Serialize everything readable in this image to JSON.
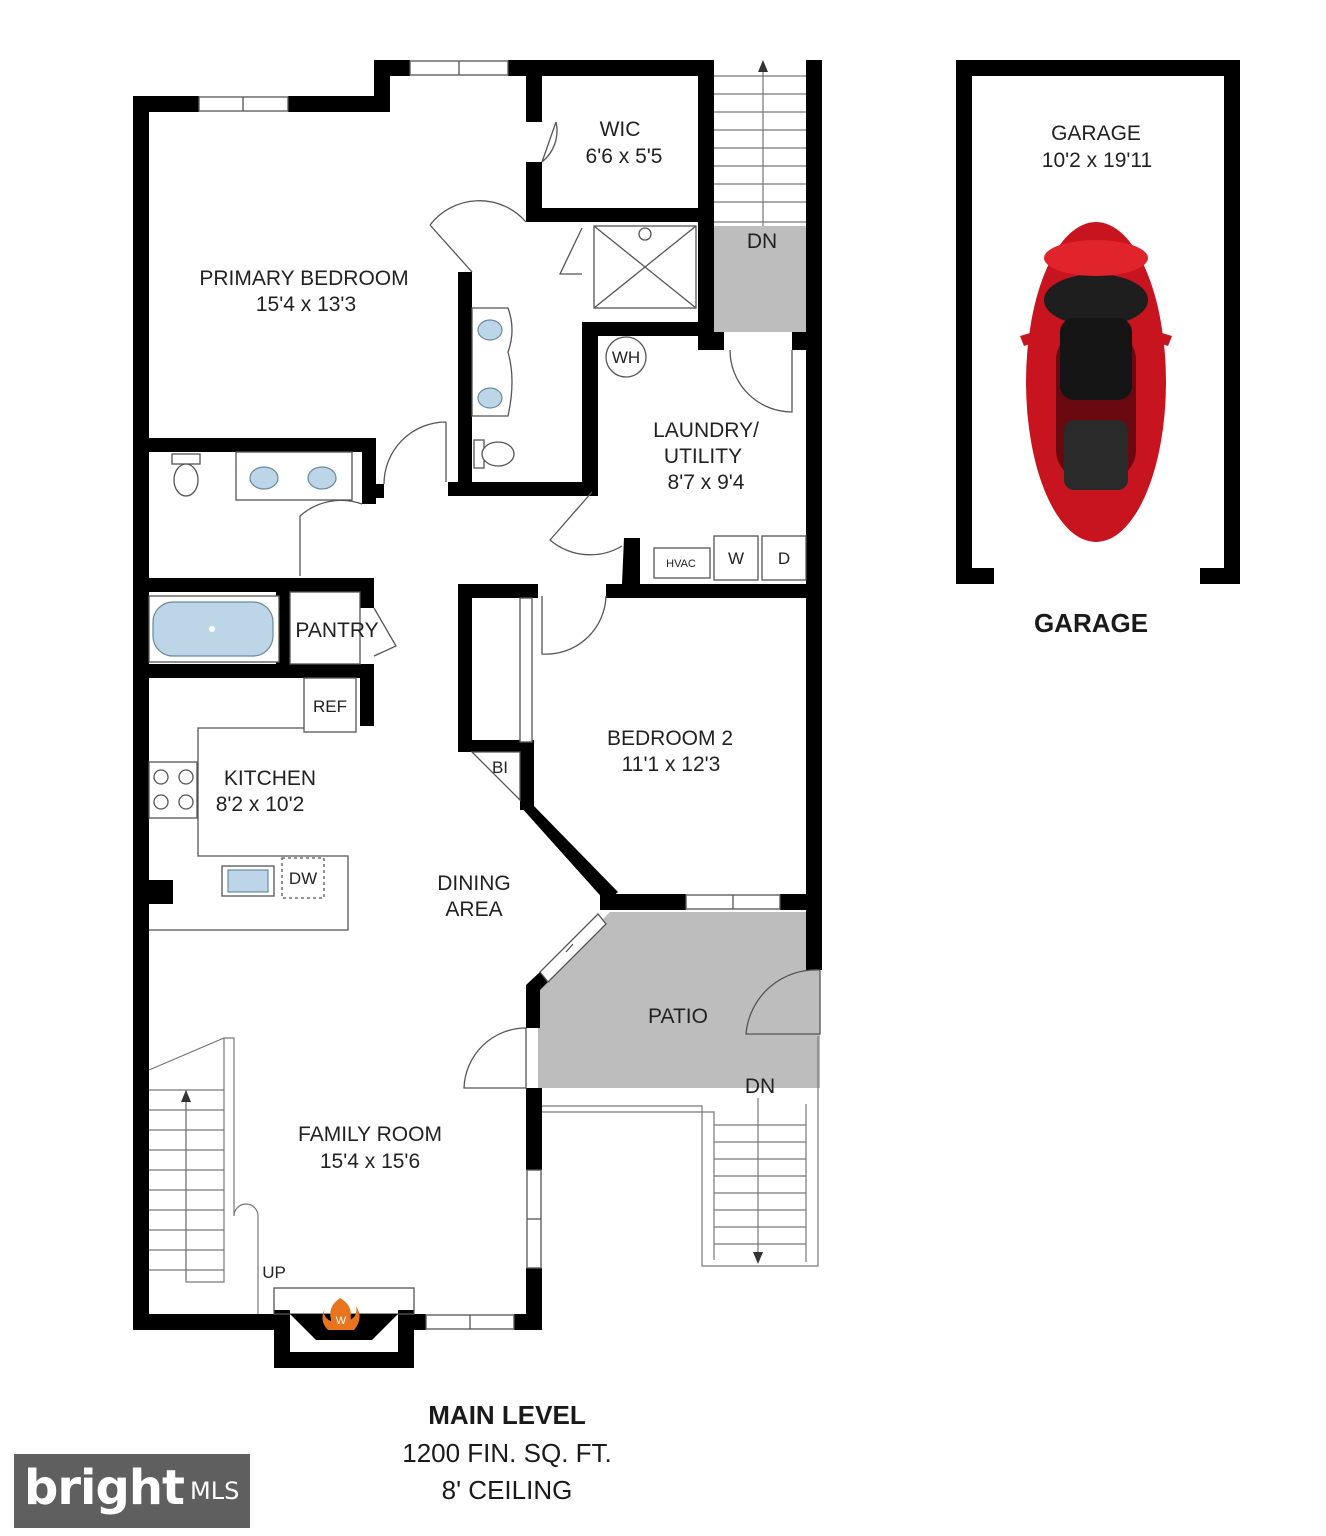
{
  "rooms": {
    "primary_bedroom": {
      "name": "PRIMARY BEDROOM",
      "size": "15'4 x 13'3"
    },
    "wic": {
      "name": "WIC",
      "size": "6'6 x 5'5"
    },
    "laundry": {
      "name_line1": "LAUNDRY/",
      "name_line2": "UTILITY",
      "size": "8'7 x 9'4"
    },
    "bedroom2": {
      "name": "BEDROOM 2",
      "size": "11'1 x 12'3"
    },
    "kitchen": {
      "name": "KITCHEN",
      "size": "8'2 x 10'2"
    },
    "dining": {
      "line1": "DINING",
      "line2": "AREA"
    },
    "family_room": {
      "name": "FAMILY ROOM",
      "size": "15'4 x 15'6"
    },
    "patio": {
      "name": "PATIO"
    },
    "garage": {
      "name": "GARAGE",
      "size": "10'2 x 19'11",
      "caption": "GARAGE"
    }
  },
  "fixtures": {
    "pantry": "PANTRY",
    "ref": "REF",
    "bi": "BI",
    "dw": "DW",
    "wh": "WH",
    "hvac": "HVAC",
    "washer": "W",
    "dryer": "D",
    "stairs_dn_top": "DN",
    "stairs_dn_patio": "DN",
    "stairs_up": "UP",
    "fireplace_mark": "W"
  },
  "caption": {
    "title": "MAIN LEVEL",
    "area": "1200 FIN. SQ. FT.",
    "ceiling": "8' CEILING"
  },
  "watermark": {
    "brand": "bright",
    "suffix": "MLS"
  },
  "colors": {
    "wall": "#000000",
    "patio": "#bdbdbd",
    "fixture_blue": "#bcd6e8",
    "car": "#c8141e",
    "fireplace": "#e8741e"
  }
}
